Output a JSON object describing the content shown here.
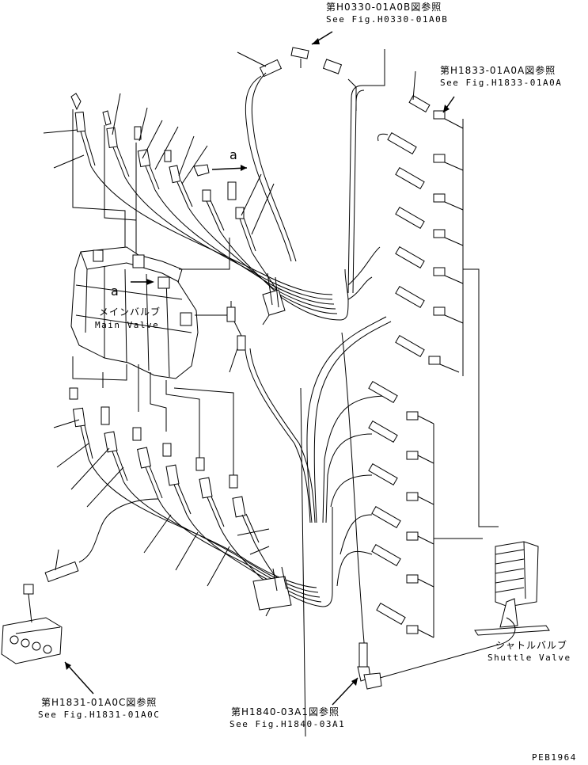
{
  "references": {
    "top_center": {
      "jp": "第H0330-01A0B図参照",
      "en": "See Fig.H0330-01A0B"
    },
    "top_right": {
      "jp": "第H1833-01A0A図参照",
      "en": "See Fig.H1833-01A0A"
    },
    "bottom_left": {
      "jp": "第H1831-01A0C図参照",
      "en": "See Fig.H1831-01A0C"
    },
    "bottom_center": {
      "jp": "第H1840-03A1図参照",
      "en": "See Fig.H1840-03A1"
    }
  },
  "components": {
    "main_valve": {
      "jp": "メインバルブ",
      "en": "Main Valve"
    },
    "shuttle_valve": {
      "jp": "シャトルバルブ",
      "en": "Shuttle Valve"
    }
  },
  "view_marks": {
    "upper": "a",
    "inner": "a"
  },
  "drawing_code": "PEB1964"
}
